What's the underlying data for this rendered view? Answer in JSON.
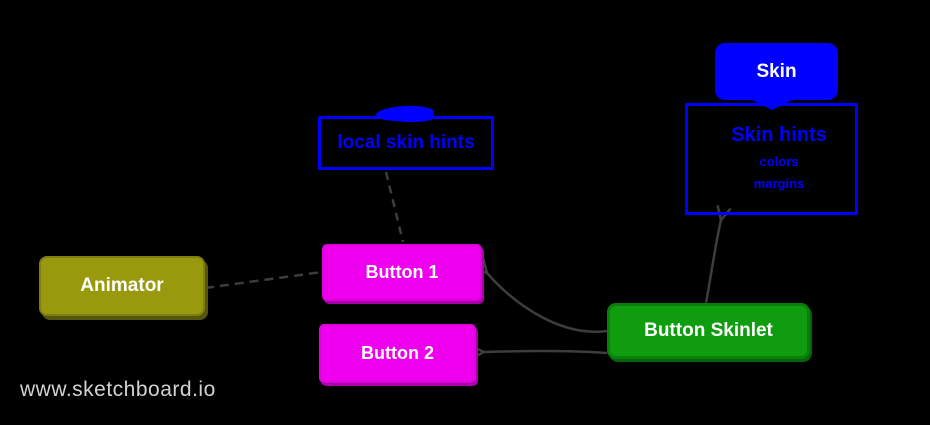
{
  "colors": {
    "background": "#000000",
    "blue": "#0000fe",
    "magenta": "#ee00ee",
    "green": "#0f9d0f",
    "olive": "#99990d",
    "edge_gray": "#3d3d3d",
    "watermark_gray": "#d2d2d2",
    "node_text_white": "#ffffff"
  },
  "nodes": {
    "skin": {
      "label": "Skin"
    },
    "skin_hints": {
      "title": "Skin hints",
      "items": [
        "colors",
        "margins",
        "..."
      ]
    },
    "local_skin_hints": {
      "label": "local skin hints"
    },
    "animator": {
      "label": "Animator"
    },
    "button_1": {
      "label": "Button 1"
    },
    "button_2": {
      "label": "Button 2"
    },
    "button_skinlet": {
      "label": "Button Skinlet"
    }
  },
  "edges": [
    {
      "from": "skin",
      "to": "skin_hints",
      "style": "solid",
      "connector": "filled-triangle"
    },
    {
      "from": "local_skin_hints",
      "to": "button_1",
      "style": "dashed",
      "connector": "none"
    },
    {
      "from": "animator",
      "to": "button_1",
      "style": "dashed",
      "connector": "none"
    },
    {
      "from": "button_skinlet",
      "to": "button_1",
      "style": "solid",
      "connector": "open-arrow"
    },
    {
      "from": "button_skinlet",
      "to": "button_2",
      "style": "solid",
      "connector": "open-arrow"
    },
    {
      "from": "button_skinlet",
      "to": "skin_hints",
      "style": "solid",
      "connector": "open-arrow"
    }
  ],
  "watermark": "www.sketchboard.io"
}
